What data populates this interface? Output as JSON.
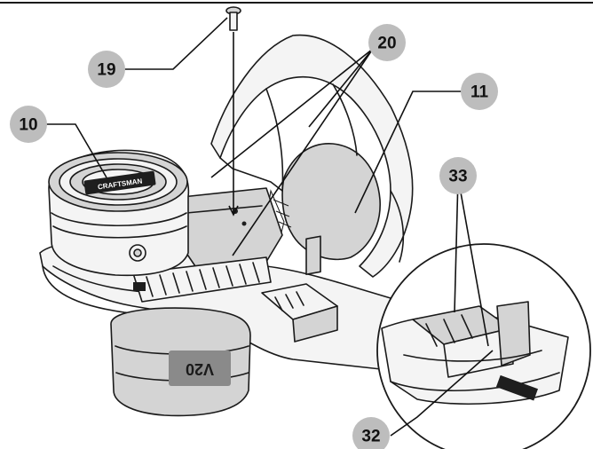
{
  "callouts": {
    "c19": "19",
    "c10": "10",
    "c20": "20",
    "c11": "11",
    "c33": "33",
    "c32": "32"
  },
  "product_labels": {
    "spool_cap_brand": "CRAFTSMAN",
    "motor_housing_brand": "V20"
  },
  "colors": {
    "callout_bubble": "#bdbdbd",
    "line_art": "#1a1a1a",
    "background": "#ffffff"
  }
}
